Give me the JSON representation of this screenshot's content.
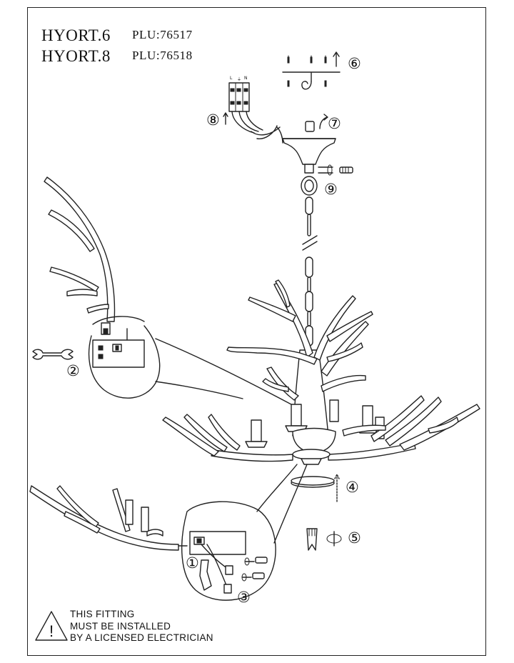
{
  "models": [
    {
      "name": "HYORT.6",
      "plu": "PLU:76517"
    },
    {
      "name": "HYORT.8",
      "plu": "PLU:76518"
    }
  ],
  "steps": [
    "①",
    "②",
    "③",
    "④",
    "⑤",
    "⑥",
    "⑦",
    "⑧",
    "⑨"
  ],
  "wire_labels": [
    "L",
    "⏚",
    "N"
  ],
  "warning": {
    "lines": [
      "THIS  FITTING",
      "MUST  BE  INSTALLED",
      "BY A LICENSED ELECTRICIAN"
    ],
    "symbol": "!"
  },
  "icons": [
    "warning-triangle-icon",
    "wrench-icon",
    "screwdriver-icon",
    "hook-icon",
    "screw-icon"
  ],
  "colors": {
    "line": "#222222",
    "background": "#ffffff"
  }
}
